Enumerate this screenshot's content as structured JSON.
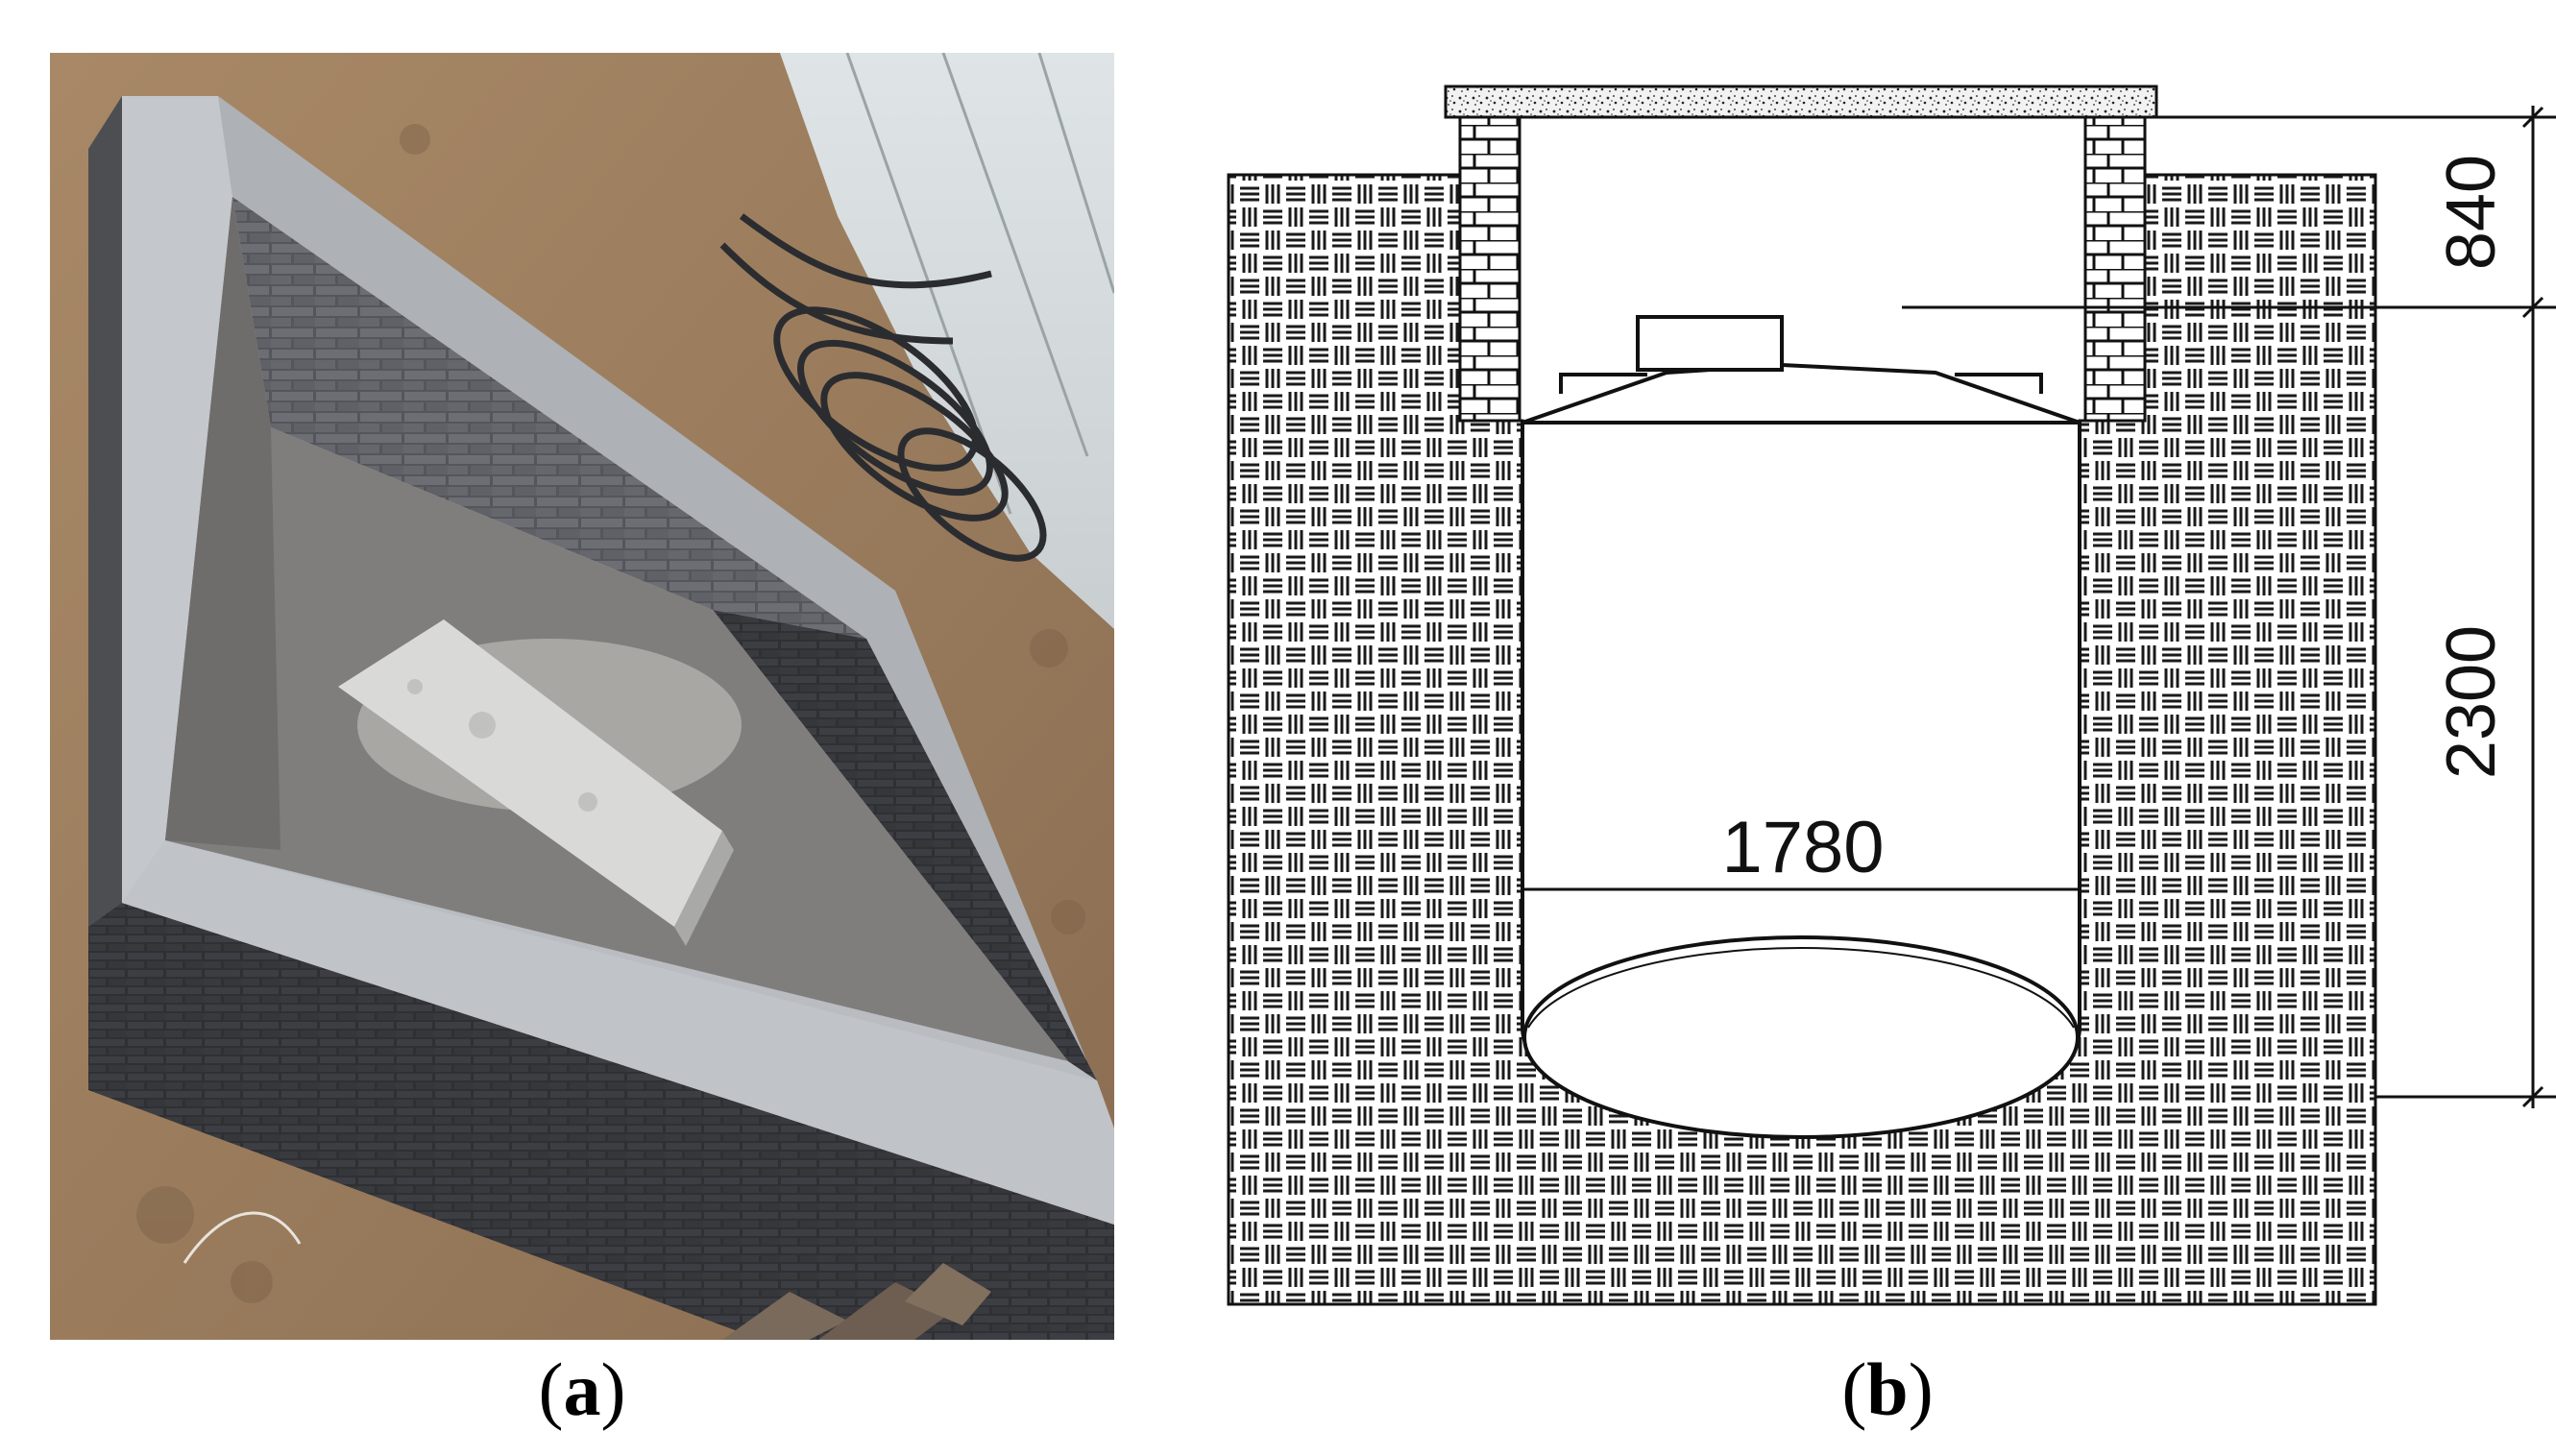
{
  "captions": {
    "a": "a",
    "b": "b"
  },
  "dimensions": {
    "top_height": "840",
    "tank_height": "2300",
    "tank_diameter": "1780"
  },
  "colors": {
    "soil": "#9a7a5c",
    "concrete": "#b9bcc0",
    "brick_dark": "#4a4a4e",
    "line": "#111111"
  }
}
